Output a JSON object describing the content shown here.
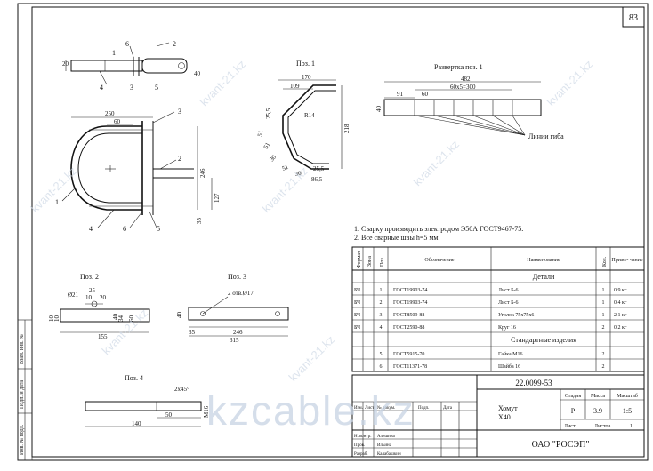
{
  "sheet_number": "83",
  "views": {
    "pos1": {
      "title": "Поз. 1",
      "dims": [
        "170",
        "109",
        "R14",
        "25,5",
        "51",
        "51",
        "30",
        "51",
        "30",
        "25,5",
        "86,5",
        "218"
      ]
    },
    "razvertka": {
      "title": "Развертка поз. 1",
      "dims": [
        "482",
        "91",
        "60",
        "60x5=300",
        "40"
      ],
      "note": "Линии гиба"
    },
    "assembly_top": {
      "dims": [
        "20",
        "40"
      ],
      "labels": [
        "6",
        "2",
        "1",
        "4",
        "3",
        "5"
      ]
    },
    "assembly_main": {
      "dims": [
        "250",
        "60",
        "246",
        "127",
        "35"
      ],
      "labels": [
        "3",
        "2",
        "1",
        "4",
        "6",
        "5"
      ]
    },
    "pos2": {
      "title": "Поз. 2",
      "dims": [
        "Ø21",
        "25",
        "10",
        "20",
        "34",
        "40",
        "60",
        "10",
        "10",
        "155"
      ]
    },
    "pos3": {
      "title": "Поз. 3",
      "dims": [
        "2 отв.Ø17",
        "40",
        "35",
        "246",
        "315"
      ]
    },
    "pos4": {
      "title": "Поз. 4",
      "dims": [
        "2x45°",
        "50",
        "140",
        "M16"
      ]
    }
  },
  "notes": [
    "1. Сварку производить электродом Э50А ГОСТ9467-75.",
    "2. Все сварные швы h=5 мм."
  ],
  "spec_table": {
    "headers": [
      "Формат",
      "Зона",
      "Поз.",
      "Обозначение",
      "Наименование",
      "Кол.",
      "Приме- чание"
    ],
    "section_details": "Детали",
    "section_standard": "Стандартные изделия",
    "rows": [
      {
        "format": "БЧ",
        "pos": "1",
        "designation": "ГОСТ19903-74",
        "name": "Лист Б-6",
        "qty": "1",
        "note": "0.9 кг"
      },
      {
        "format": "БЧ",
        "pos": "2",
        "designation": "ГОСТ19903-74",
        "name": "Лист Б-6",
        "qty": "1",
        "note": "0.4 кг"
      },
      {
        "format": "БЧ",
        "pos": "3",
        "designation": "ГОСТ8509-88",
        "name": "Уголок 75х75х6",
        "qty": "1",
        "note": "2.1 кг"
      },
      {
        "format": "БЧ",
        "pos": "4",
        "designation": "ГОСТ2590-88",
        "name": "Круг 16",
        "qty": "2",
        "note": "0.2 кг"
      }
    ],
    "standard_rows": [
      {
        "pos": "5",
        "designation": "ГОСТ5915-70",
        "name": "Гайка М16",
        "qty": "2"
      },
      {
        "pos": "6",
        "designation": "ГОСТ11371-78",
        "name": "Шайба 16",
        "qty": "2"
      }
    ]
  },
  "title_block": {
    "code": "22.0099-53",
    "product": "Хомут",
    "product_size": "Х40",
    "h_stage": "Стадия",
    "h_mass": "Масса",
    "h_scale": "Масштаб",
    "stage": "Р",
    "mass": "3.9",
    "scale": "1:5",
    "sheet_label": "Лист",
    "sheets_label": "Листов",
    "sheets_value": "1",
    "org": "ОАО \"РОСЭП\"",
    "col_heads": [
      "Изм.",
      "Лист",
      "№ докум.",
      "Подп.",
      "Дата"
    ],
    "roles": [
      {
        "role": "Н. контр.",
        "name": "Алешина"
      },
      {
        "role": "Пров.",
        "name": "Ильина"
      },
      {
        "role": "Разраб.",
        "name": "Калабашкин"
      }
    ]
  },
  "side_stamp": [
    "Инв. № подл.",
    "Подп. и дата",
    "Взам. инв. №"
  ],
  "watermarks": [
    "kvant-21.kz",
    "kzcable.kz"
  ]
}
